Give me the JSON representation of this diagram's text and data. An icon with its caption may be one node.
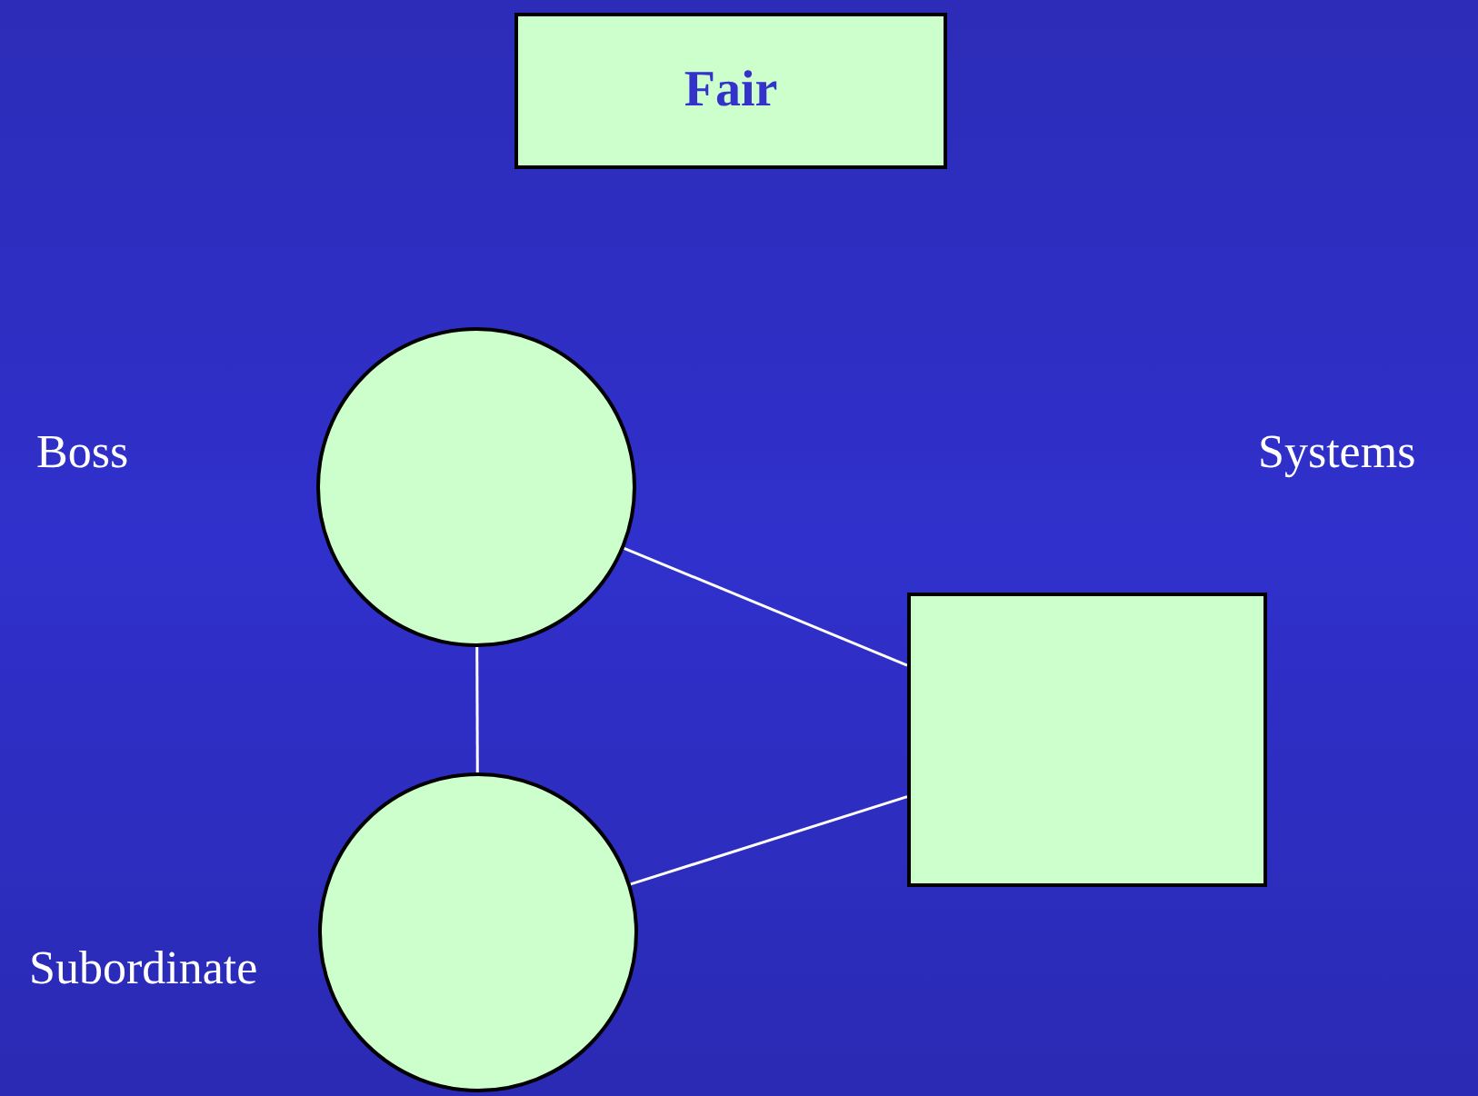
{
  "diagram": {
    "nodes": [
      {
        "text": [
          "Fair"
        ]
      },
      {
        "text": [],
        "shape": "circle"
      },
      {
        "text": [],
        "shape": "circle",
        "beside": [
          "Subordinate"
        ]
      },
      {
        "text": [],
        "shape": "box",
        "beside": [
          "Systems"
        ]
      }
    ],
    "edges": [
      {
        "from": 1,
        "to": 3,
        "arrow": "none"
      },
      {
        "from": 1,
        "to": 2,
        "arrow": "none"
      },
      {
        "from": 2,
        "to": 3,
        "arrow": "none"
      }
    ],
    "labels": [
      "Boss"
    ]
  }
}
